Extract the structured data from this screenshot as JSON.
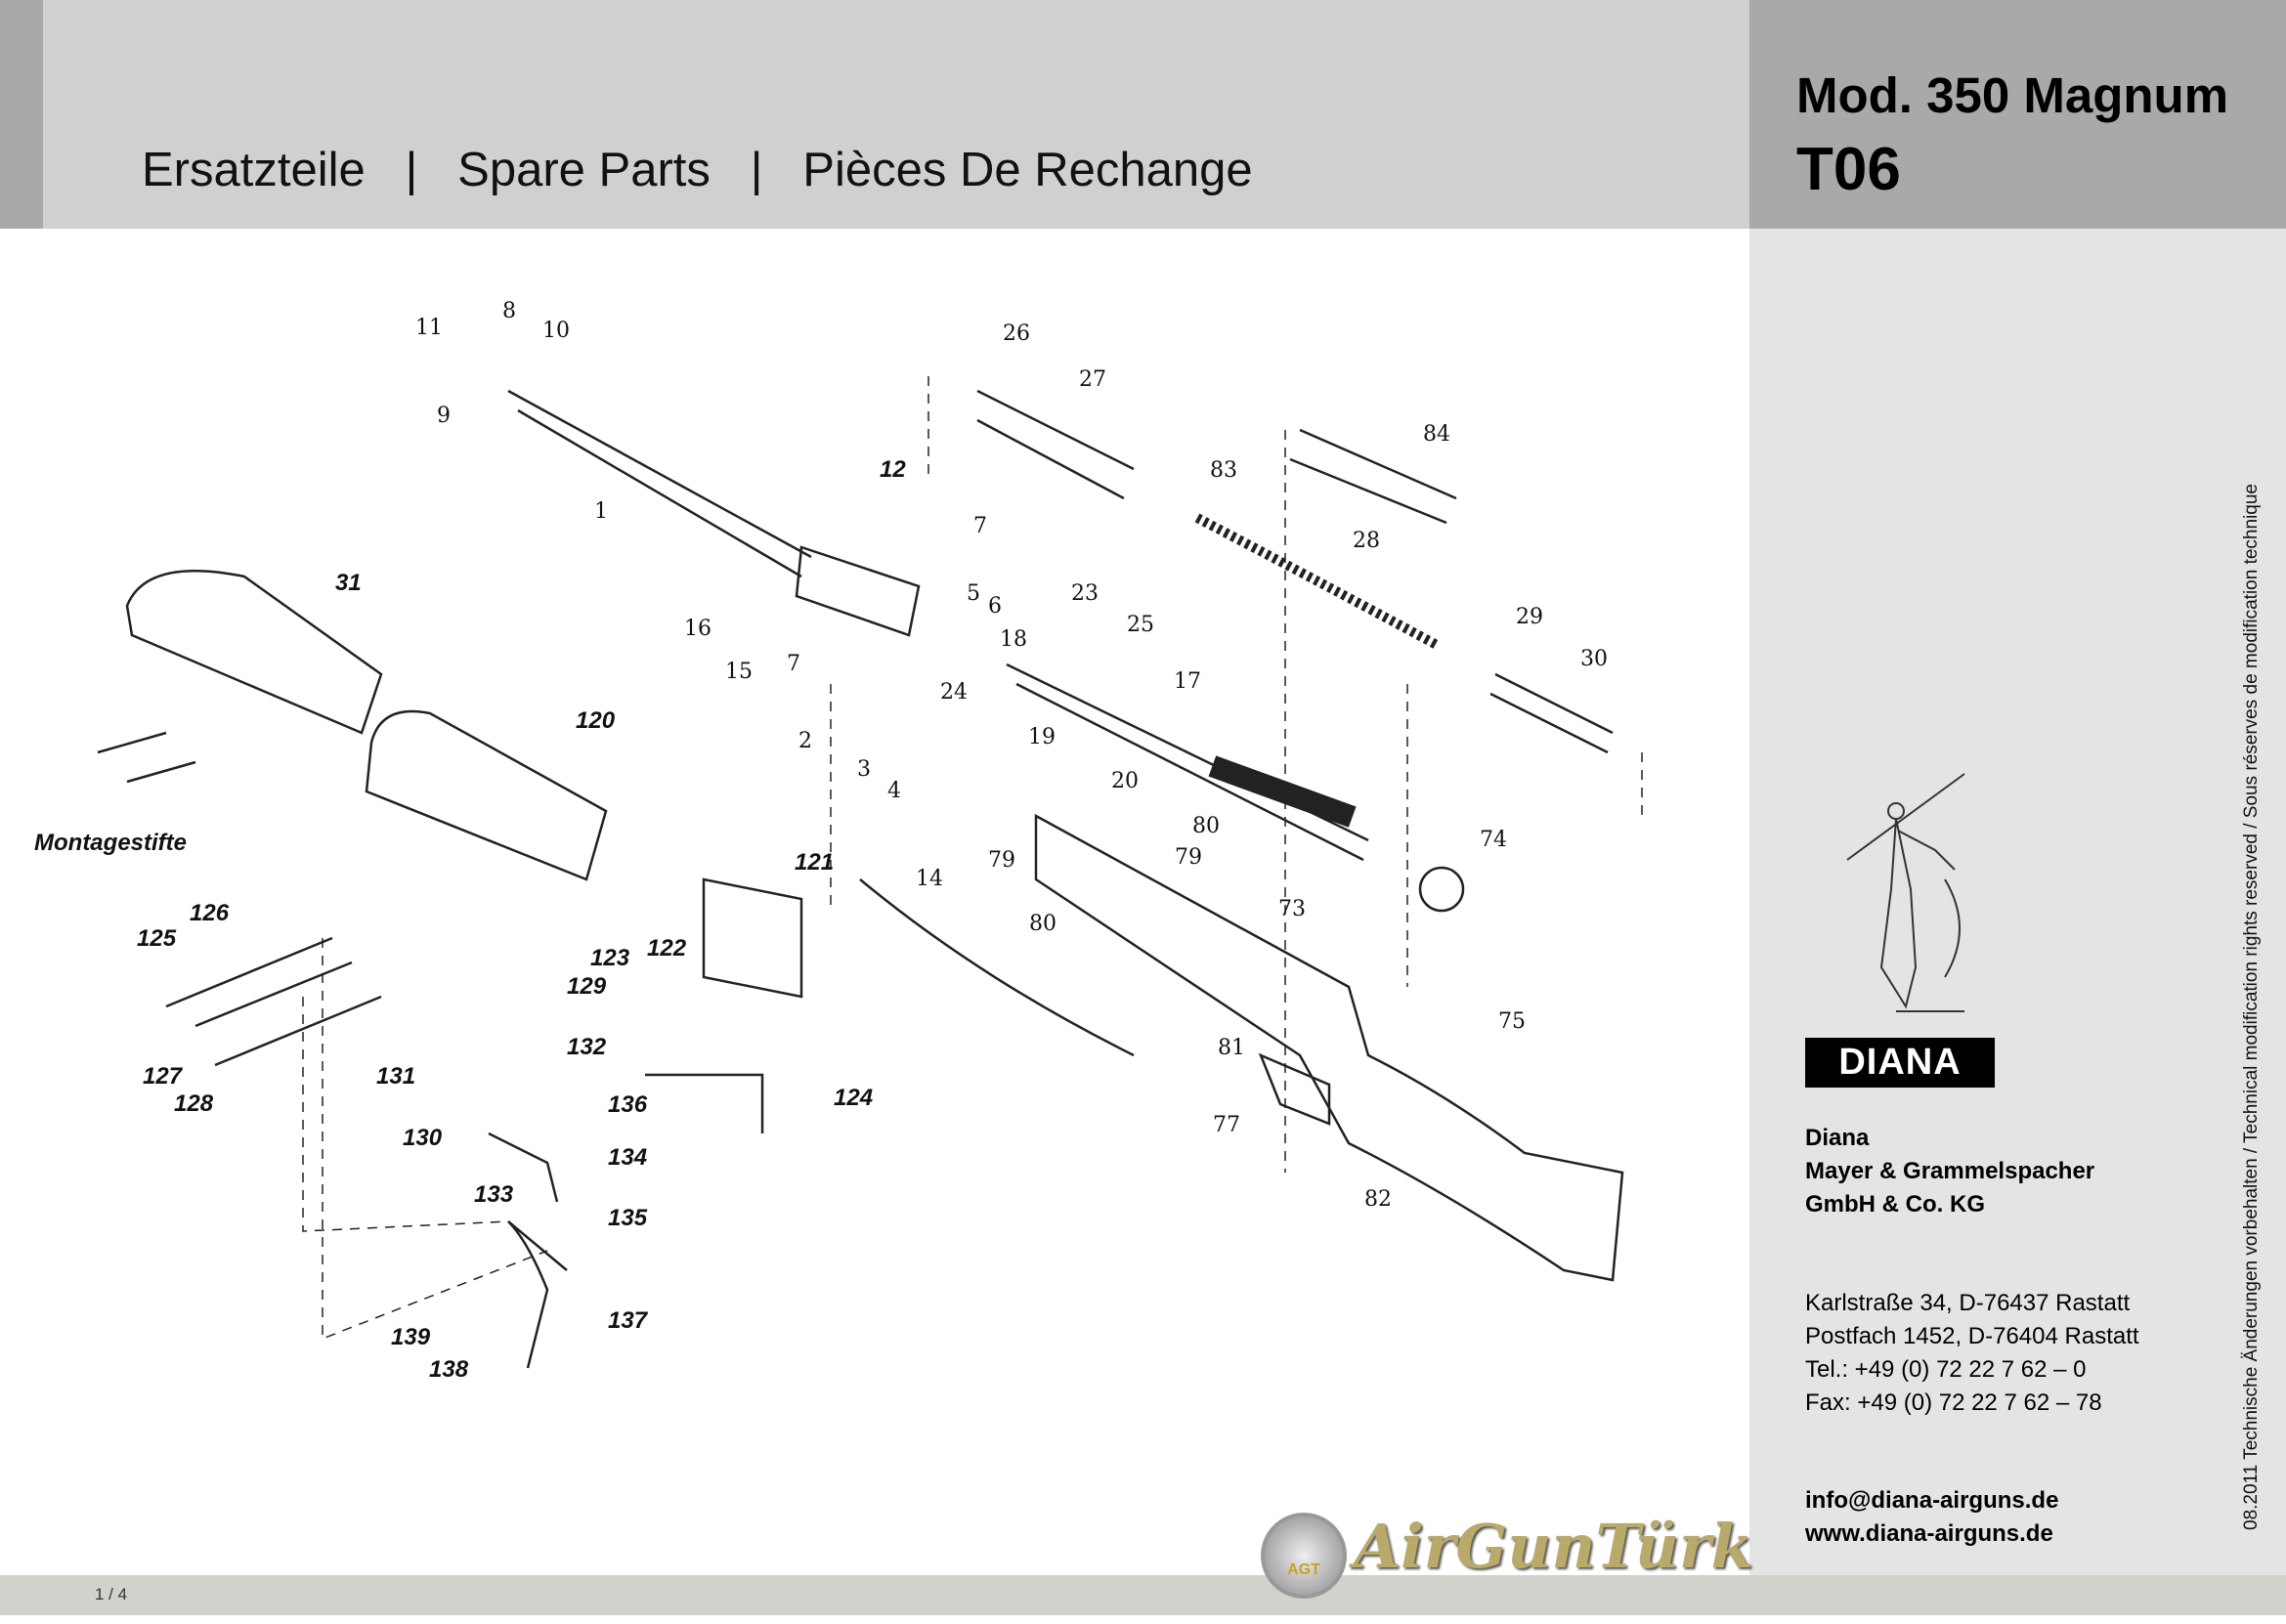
{
  "header": {
    "title": "Ersatzteile   |   Spare Parts   |   Pièces De Rechange",
    "model": "Mod. 350 Magnum",
    "code": "T06"
  },
  "sidebar": {
    "logo": "DIANA",
    "company": [
      "Diana",
      "Mayer & Grammelspacher",
      "GmbH & Co. KG"
    ],
    "address": [
      "Karlstraße 34, D-76437 Rastatt",
      "Postfach 1452, D-76404 Rastatt",
      "Tel.: +49 (0) 72 22 7 62 – 0",
      "Fax: +49 (0) 72 22 7 62 – 78"
    ],
    "email": "info@diana-airguns.de",
    "web": "www.diana-airguns.de",
    "notice": "08.2011 Technische Änderungen vorbehalten /  Technical modification rights reserved / Sous  réserves de modification technique"
  },
  "footer": {
    "page": "1 / 4"
  },
  "watermark": {
    "text": "AirGunTürk",
    "badge": "AGT"
  },
  "diagram": {
    "labels": [
      "11",
      "8",
      "10",
      "9",
      "1",
      "12",
      "7",
      "16",
      "15",
      "7",
      "5",
      "6",
      "2",
      "3",
      "4",
      "26",
      "27",
      "83",
      "84",
      "28",
      "29",
      "30",
      "23",
      "25",
      "18",
      "24",
      "17",
      "19",
      "20",
      "80",
      "79",
      "79",
      "80",
      "14",
      "73",
      "74",
      "75",
      "81",
      "77",
      "82",
      "31",
      "120",
      "Montagestifte",
      "121",
      "126",
      "125",
      "129",
      "122",
      "123",
      "132",
      "124",
      "127",
      "128",
      "131",
      "130",
      "136",
      "134",
      "133",
      "135",
      "137",
      "139",
      "138"
    ]
  }
}
